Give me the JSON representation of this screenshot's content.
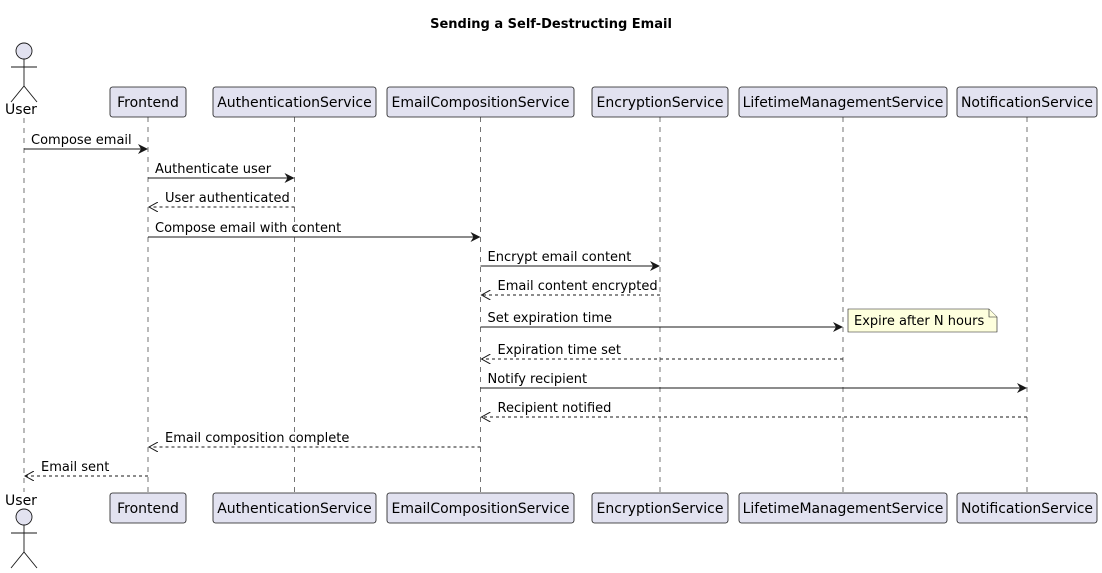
{
  "title": "Sending a Self-Destructing Email",
  "actor": {
    "label": "User"
  },
  "participants": [
    {
      "id": "frontend",
      "label": "Frontend"
    },
    {
      "id": "auth",
      "label": "AuthenticationService"
    },
    {
      "id": "compose",
      "label": "EmailCompositionService"
    },
    {
      "id": "encrypt",
      "label": "EncryptionService"
    },
    {
      "id": "lifetime",
      "label": "LifetimeManagementService"
    },
    {
      "id": "notify",
      "label": "NotificationService"
    }
  ],
  "messages": [
    {
      "from": "user",
      "to": "frontend",
      "label": "Compose email",
      "kind": "sync"
    },
    {
      "from": "frontend",
      "to": "auth",
      "label": "Authenticate user",
      "kind": "sync"
    },
    {
      "from": "auth",
      "to": "frontend",
      "label": "User authenticated",
      "kind": "reply"
    },
    {
      "from": "frontend",
      "to": "compose",
      "label": "Compose email with content",
      "kind": "sync"
    },
    {
      "from": "compose",
      "to": "encrypt",
      "label": "Encrypt email content",
      "kind": "sync"
    },
    {
      "from": "encrypt",
      "to": "compose",
      "label": "Email content encrypted",
      "kind": "reply"
    },
    {
      "from": "compose",
      "to": "lifetime",
      "label": "Set expiration time",
      "kind": "sync"
    },
    {
      "from": "lifetime",
      "to": "compose",
      "label": "Expiration time set",
      "kind": "reply"
    },
    {
      "from": "compose",
      "to": "notify",
      "label": "Notify recipient",
      "kind": "sync"
    },
    {
      "from": "notify",
      "to": "compose",
      "label": "Recipient notified",
      "kind": "reply"
    },
    {
      "from": "compose",
      "to": "frontend",
      "label": "Email composition complete",
      "kind": "reply"
    },
    {
      "from": "frontend",
      "to": "user",
      "label": "Email sent",
      "kind": "reply"
    }
  ],
  "note": {
    "attached_to_message": 6,
    "text": "Expire after N hours"
  }
}
